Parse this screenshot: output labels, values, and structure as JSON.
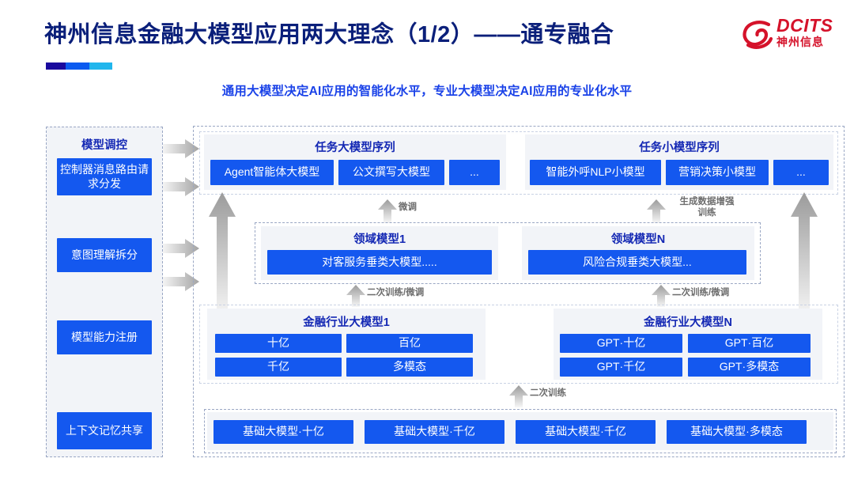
{
  "header": {
    "title": "神州信息金融大模型应用两大理念（1/2）——通专融合",
    "subtitle": "通用大模型决定AI应用的智能化水平，专业大模型决定AI应用的专业化水平",
    "logo_en": "DCITS",
    "logo_cn": "神州信息"
  },
  "colors": {
    "title_blue": "#0a1f7a",
    "subtitle_blue": "#1a42e8",
    "box_blue": "#1458ef",
    "logo_red": "#d5122a",
    "panel_gray": "#f2f4f8",
    "dash_border": "#9aa7c4"
  },
  "sidebar": {
    "title": "模型调控",
    "items": [
      {
        "label": "控制器消息路由请求分发"
      },
      {
        "label": "意图理解拆分"
      },
      {
        "label": "模型能力注册"
      },
      {
        "label": "上下文记忆共享"
      }
    ]
  },
  "task_large": {
    "title": "任务大模型序列",
    "items": [
      "Agent智能体大模型",
      "公文撰写大模型",
      "..."
    ]
  },
  "task_small": {
    "title": "任务小模型序列",
    "items": [
      "智能外呼NLP小模型",
      "营销决策小模型",
      "..."
    ]
  },
  "domain_models": [
    {
      "title": "领域模型1",
      "item": "对客服务垂类大模型....."
    },
    {
      "title": "领域模型N",
      "item": "风险合规垂类大模型..."
    }
  ],
  "industry_models": [
    {
      "title": "金融行业大模型1",
      "items": [
        "十亿",
        "百亿",
        "千亿",
        "多模态"
      ]
    },
    {
      "title": "金融行业大模型N",
      "items": [
        "GPT·十亿",
        "GPT·百亿",
        "GPT·千亿",
        "GPT·多模态"
      ]
    }
  ],
  "base_models": {
    "items": [
      "基础大模型·十亿",
      "基础大模型·千亿",
      "基础大模型·千亿",
      "基础大模型·多模态"
    ]
  },
  "flow_labels": {
    "fine_tune": "微调",
    "data_aug": "生成数据增强\n训练",
    "retrain_tune_left": "二次训练/微调",
    "retrain_tune_right": "二次训练/微调",
    "retrain": "二次训练"
  }
}
